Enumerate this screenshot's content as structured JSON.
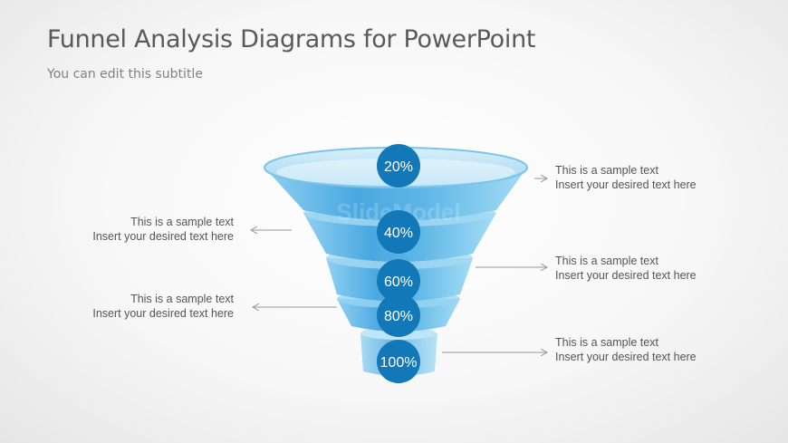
{
  "title": "Funnel Analysis Diagrams for PowerPoint",
  "subtitle": "You can edit this subtitle",
  "watermark": "SlideModel",
  "stages": [
    {
      "label": "20%"
    },
    {
      "label": "40%"
    },
    {
      "label": "60%"
    },
    {
      "label": "80%"
    },
    {
      "label": "100%"
    }
  ],
  "notes": [
    {
      "line1": "This is a sample text",
      "line2": "Insert your desired text here"
    },
    {
      "line1": "This is a sample text",
      "line2": "Insert your desired text here"
    },
    {
      "line1": "This is a sample text",
      "line2": "Insert your desired text here"
    },
    {
      "line1": "This is a sample text",
      "line2": "Insert your desired text here"
    },
    {
      "line1": "This is a sample text",
      "line2": "Insert your desired text here"
    }
  ],
  "colors": {
    "badge": "#1378b8",
    "funnel": "#6fc0ea",
    "funnel_dark": "#3a9ad6"
  }
}
